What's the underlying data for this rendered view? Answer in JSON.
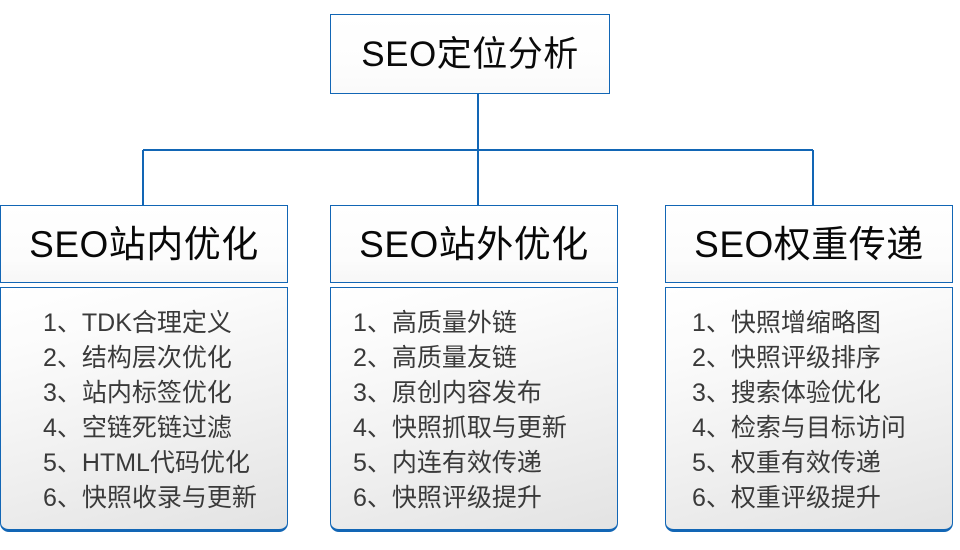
{
  "diagram": {
    "type": "organizational-tree",
    "accent_color": "#1266b5",
    "text_color": "#3a3a3a",
    "heading_color": "#080808",
    "background_color": "#ffffff",
    "root": {
      "label": "SEO定位分析"
    },
    "branches": [
      {
        "header": "SEO站内优化",
        "items": [
          "1、TDK合理定义",
          "2、结构层次优化",
          "3、站内标签优化",
          "4、空链死链过滤",
          "5、HTML代码优化",
          "6、快照收录与更新"
        ]
      },
      {
        "header": "SEO站外优化",
        "items": [
          "1、高质量外链",
          "2、高质量友链",
          "3、原创内容发布",
          "4、快照抓取与更新",
          "5、内连有效传递",
          "6、快照评级提升"
        ]
      },
      {
        "header": "SEO权重传递",
        "items": [
          "1、快照增缩略图",
          "2、快照评级排序",
          "3、搜索体验优化",
          "4、检索与目标访问",
          "5、权重有效传递",
          "6、权重评级提升"
        ]
      }
    ]
  }
}
